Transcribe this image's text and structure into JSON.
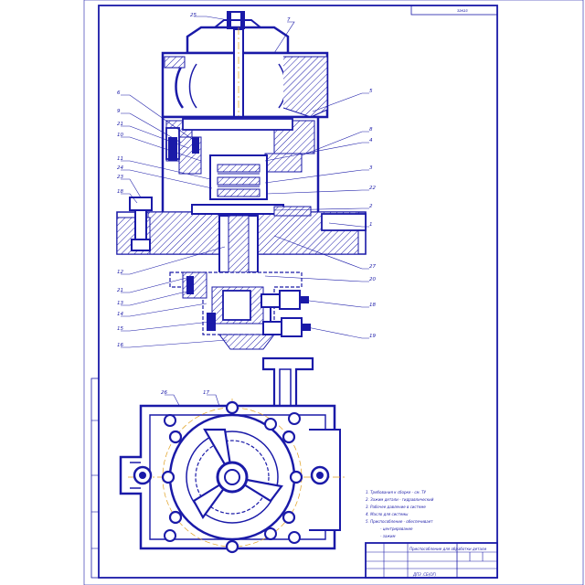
{
  "stamp": {
    "corner": "заказ",
    "doc_code": "ДПЗ .СБ(ОГ)",
    "title": "Приспособление для обработки детали"
  },
  "notes": [
    "1. Требования к сборке - см. ТУ",
    "2. Зажим детали - гидравлический",
    "3. Рабочее давление в системе",
    "4. Масло для системы",
    "5. Приспособление - обеспечивает",
    "- центрирование",
    "- зажим"
  ],
  "callouts": [
    {
      "n": "25"
    },
    {
      "n": "7"
    },
    {
      "n": "6"
    },
    {
      "n": "5"
    },
    {
      "n": "9"
    },
    {
      "n": "21"
    },
    {
      "n": "10"
    },
    {
      "n": "11"
    },
    {
      "n": "24"
    },
    {
      "n": "23"
    },
    {
      "n": "18"
    },
    {
      "n": "8"
    },
    {
      "n": "4"
    },
    {
      "n": "3"
    },
    {
      "n": "22"
    },
    {
      "n": "2"
    },
    {
      "n": "1"
    },
    {
      "n": "27"
    },
    {
      "n": "12"
    },
    {
      "n": "21"
    },
    {
      "n": "13"
    },
    {
      "n": "14"
    },
    {
      "n": "15"
    },
    {
      "n": "16"
    },
    {
      "n": "20"
    },
    {
      "n": "18"
    },
    {
      "n": "19"
    },
    {
      "n": "26"
    },
    {
      "n": "17"
    }
  ]
}
